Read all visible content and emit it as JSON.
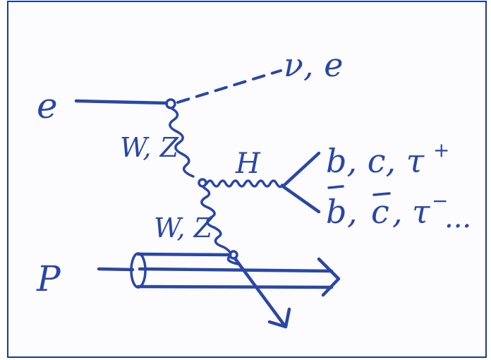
{
  "labels": {
    "electron_in": "e",
    "outgoing": "ν, e",
    "boson_upper": "W, Z",
    "higgs": "H",
    "decay_top": "b, c, τ",
    "decay_top_sup": "+",
    "decay_bottom_b": "b",
    "decay_bottom_sep1": ",",
    "decay_bottom_c": "c",
    "decay_bottom_sep2": ",",
    "decay_bottom_tau": "τ",
    "decay_bottom_sup": "−",
    "decay_bottom_ellipsis": "...",
    "boson_lower": "W, Z",
    "proton": "P"
  },
  "colors": {
    "ink": "#2a46a8",
    "frame": "#1d3a8f"
  }
}
